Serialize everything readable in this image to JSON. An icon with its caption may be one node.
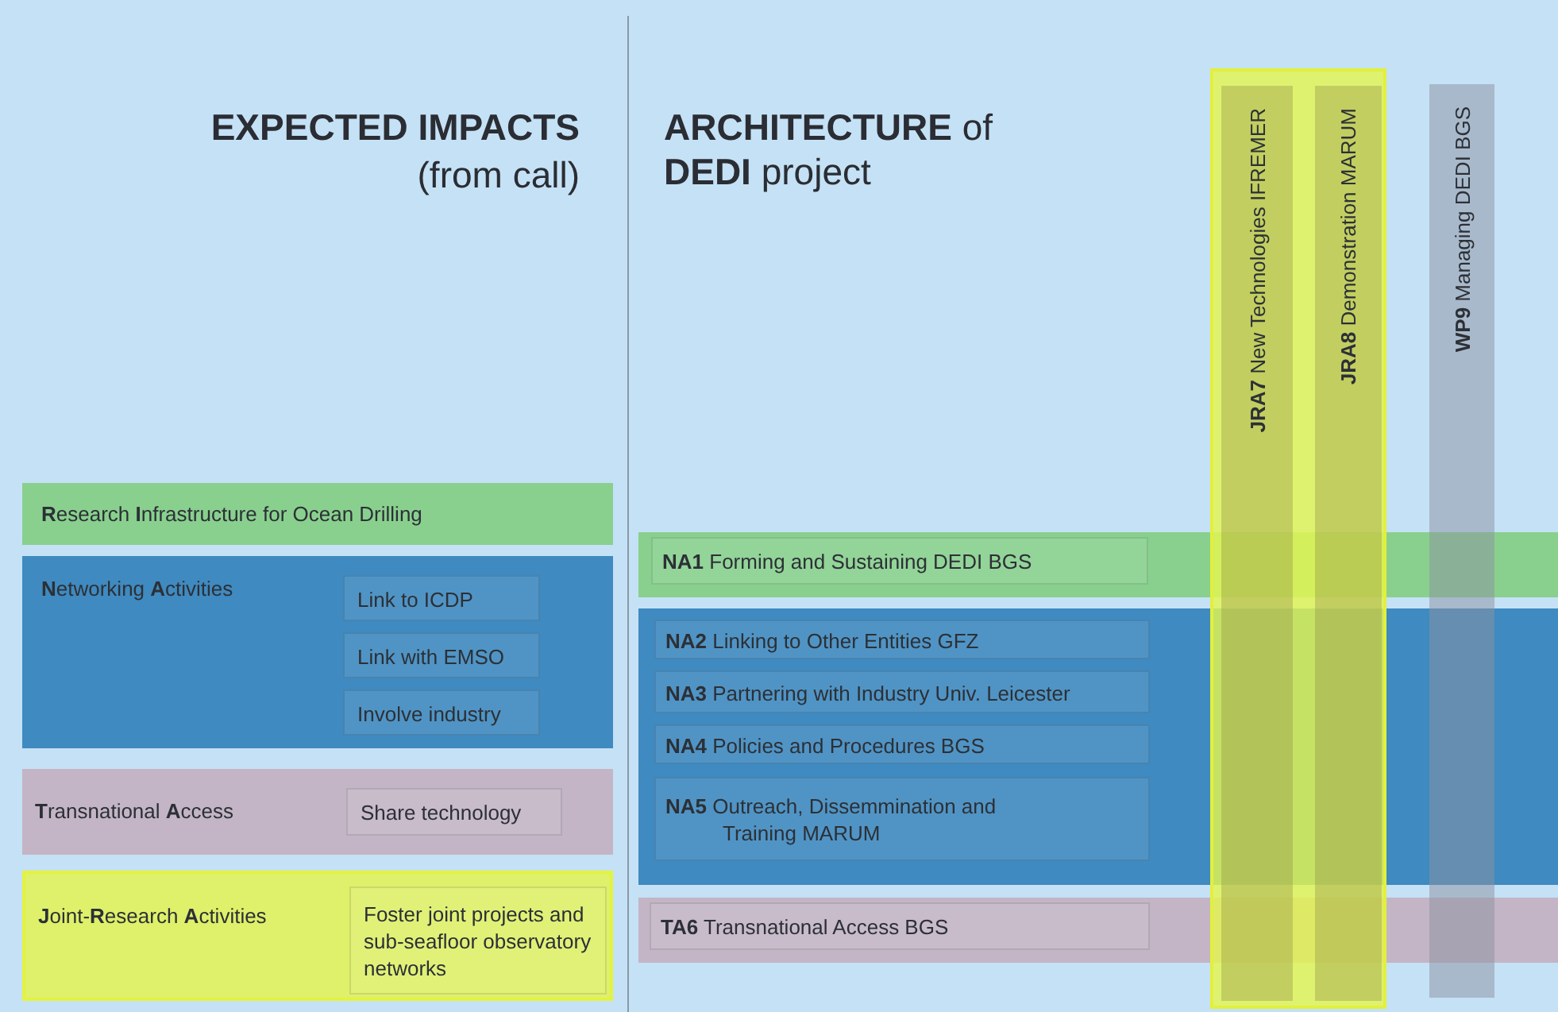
{
  "diagram": {
    "nodes": [
      {
        "text": [
          "**R**esearch **I**nfrastructure for Ocean Drilling"
        ]
      },
      {
        "text": [
          "**N**etworking **A**ctivities"
        ]
      },
      {
        "text": [
          "Link to ICDP"
        ],
        "in": 1
      },
      {
        "text": [
          "Link with EMSO"
        ],
        "in": 1
      },
      {
        "text": [
          "Involve industry"
        ],
        "in": 1
      },
      {
        "text": [
          "**T**ransnational **A**ccess"
        ]
      },
      {
        "text": [
          "Share technology"
        ],
        "in": 5
      },
      {
        "text": [
          "**J**oint-**R**esearch **A**ctivities"
        ]
      },
      {
        "text": [
          "Foster joint projects and sub-seafloor observatory networks"
        ],
        "in": 7
      },
      {
        "text": [],
        "shape": "bar"
      },
      {
        "text": [
          "**NA1** Forming and Sustaining DEDI BGS"
        ],
        "in": 9
      },
      {
        "text": [],
        "shape": "bar"
      },
      {
        "text": [
          "**NA2** Linking to Other Entities GFZ"
        ],
        "in": 11
      },
      {
        "text": [
          "**NA3** Partnering with Industry Univ. Leicester"
        ],
        "in": 11
      },
      {
        "text": [
          "**NA4** Policies and Procedures BGS"
        ],
        "in": 11
      },
      {
        "text": [
          "**NA5** Outreach, Dissemmination and Training MARUM"
        ],
        "in": 11
      },
      {
        "text": [],
        "shape": "bar"
      },
      {
        "text": [
          "**TA6** Transnational Access BGS"
        ],
        "in": 16
      },
      {
        "text": [],
        "shape": "bar"
      },
      {
        "text": [
          "**JRA7** New Technologies IFREMER"
        ],
        "in": 18
      },
      {
        "text": [
          "**JRA8** Demonstration MARUM"
        ],
        "in": 18
      },
      {
        "text": [
          "**WP9** Managing DEDI BGS"
        ]
      }
    ],
    "labels": [
      "EXPECTED IMPACTS",
      "(from call)",
      "**ARCHITECTURE** of **DEDI** project"
    ]
  }
}
